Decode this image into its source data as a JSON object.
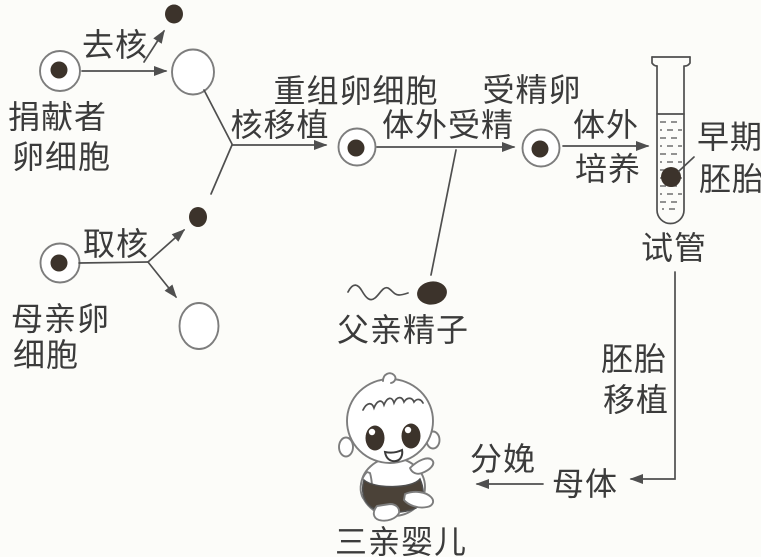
{
  "diagram": {
    "labels": {
      "remove_nucleus": "去核",
      "donor_egg_1": "捐献者",
      "donor_egg_2": "卵细胞",
      "take_nucleus": "取核",
      "mother_egg_1": "母亲卵",
      "mother_egg_2": "细胞",
      "nuclear_transfer": "核移植",
      "recombinant_egg": "重组卵细胞",
      "in_vitro_fertilization": "体外受精",
      "fertilized_egg": "受精卵",
      "in_vitro_culture_1": "体外",
      "in_vitro_culture_2": "培养",
      "early_embryo_1": "早期",
      "early_embryo_2": "胚胎",
      "test_tube": "试管",
      "father_sperm": "父亲精子",
      "embryo_transfer_1": "胚胎",
      "embryo_transfer_2": "移植",
      "mother_body": "母体",
      "delivery": "分娩",
      "three_parent_baby": "三亲婴儿"
    },
    "colors": {
      "background": "#fcfcf9",
      "cell_stroke": "#7d7d7d",
      "line": "#4f4f4f",
      "text": "#3b3b3b",
      "nucleus": "#3c332b",
      "liquid_dash": "#6f6f6f",
      "diaper": "#4b4238"
    }
  }
}
